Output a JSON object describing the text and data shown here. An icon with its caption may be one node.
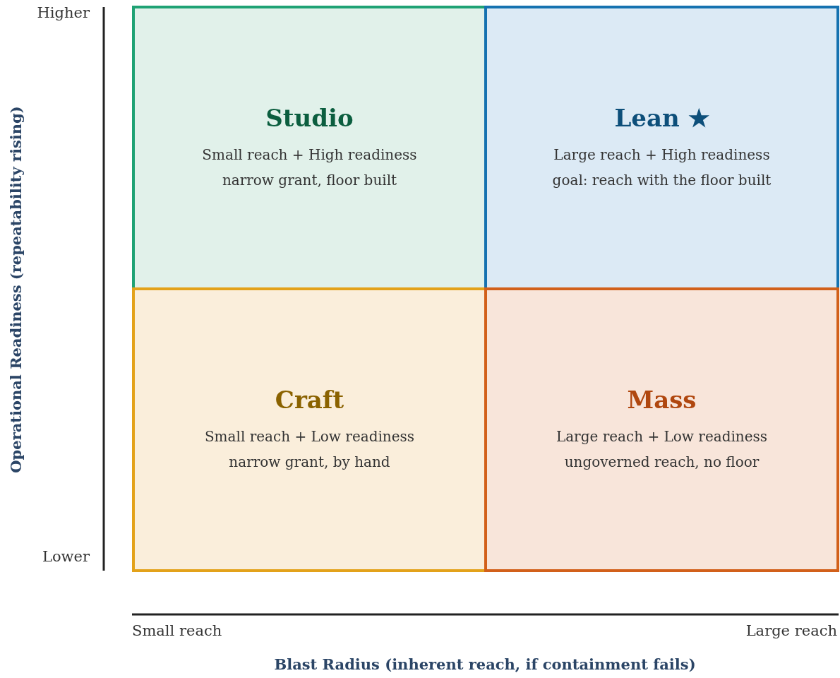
{
  "diagram": {
    "nodes": [
      {
        "text": [
          "Studio",
          "Small reach + High readiness",
          "narrow grant, floor built"
        ]
      },
      {
        "text": [
          "Lean ★",
          "Large reach + High readiness",
          "goal: reach with the floor built"
        ]
      },
      {
        "text": [
          "Craft",
          "Small reach + Low readiness",
          "narrow grant, by hand"
        ]
      },
      {
        "text": [
          "Mass",
          "Large reach + Low readiness",
          "ungoverned reach, no floor"
        ]
      }
    ],
    "labels": [
      "Higher",
      "Operational Readiness (repeatability rising)",
      "Lower",
      "Small reach",
      "Large reach",
      "Blast Radius (inherent reach, if containment fails)"
    ]
  }
}
